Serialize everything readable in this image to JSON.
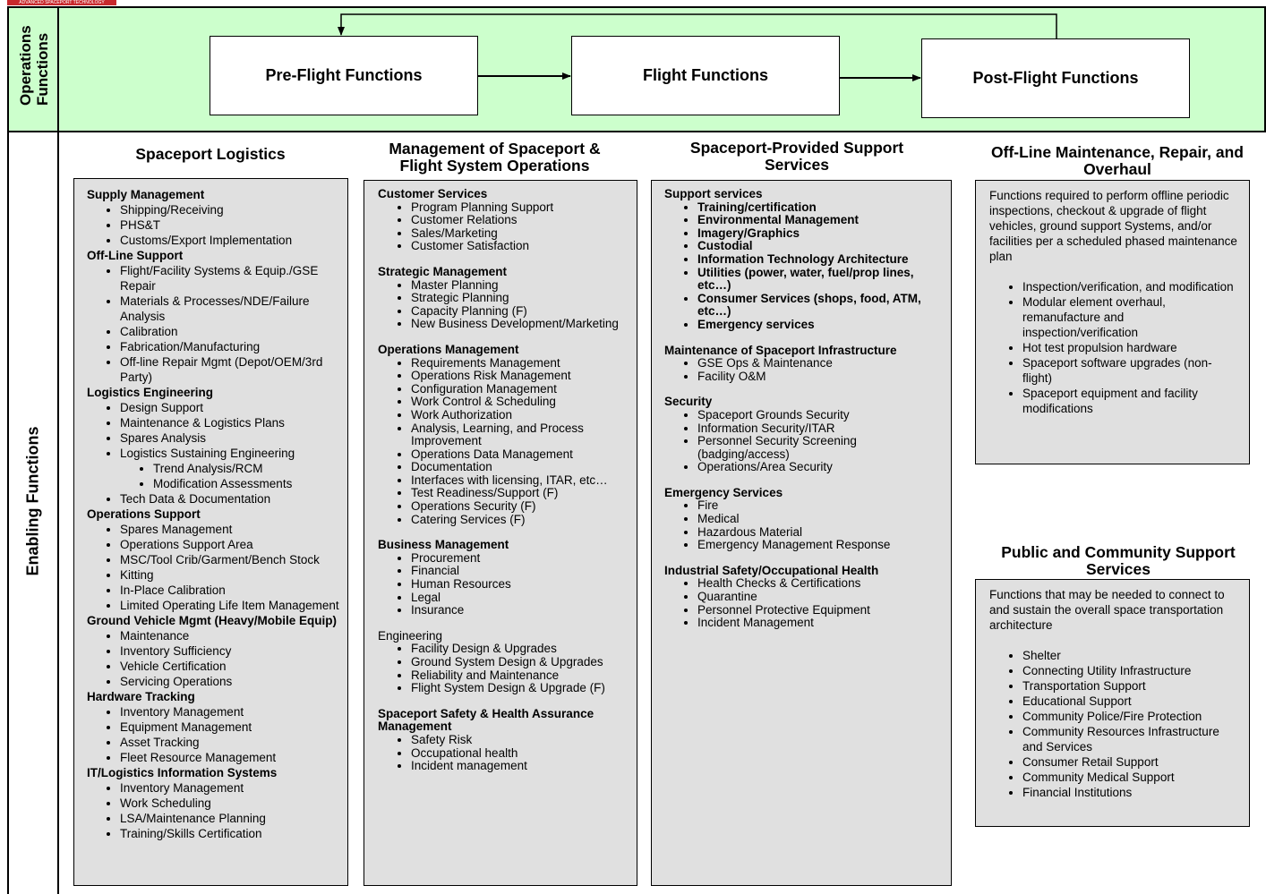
{
  "logo_text": "ADVANCED SPACEPORT TECHNOLOGY",
  "operations_label": "Operations Functions",
  "enabling_label": "Enabling Functions",
  "flow": {
    "boxes": [
      "Pre-Flight Functions",
      "Flight Functions",
      "Post-Flight Functions"
    ]
  },
  "columns": {
    "logistics": {
      "title": "Spaceport Logistics",
      "sections": [
        {
          "heading": "Supply Management",
          "items": [
            "Shipping/Receiving",
            "PHS&T",
            "Customs/Export Implementation"
          ]
        },
        {
          "heading": "Off-Line Support",
          "items": [
            "Flight/Facility Systems & Equip./GSE Repair",
            "Materials & Processes/NDE/Failure Analysis",
            "Calibration",
            "Fabrication/Manufacturing",
            "Off-line Repair Mgmt (Depot/OEM/3rd Party)"
          ]
        },
        {
          "heading": "Logistics Engineering",
          "items": [
            "Design Support",
            "Maintenance & Logistics Plans",
            "Spares Analysis",
            "Logistics Sustaining Engineering"
          ],
          "subitems": [
            "Trend Analysis/RCM",
            "Modification Assessments"
          ],
          "after": [
            "Tech Data & Documentation"
          ]
        },
        {
          "heading": "Operations Support",
          "items": [
            "Spares Management",
            "Operations Support Area",
            "MSC/Tool Crib/Garment/Bench Stock",
            "Kitting",
            "In-Place Calibration",
            "Limited Operating Life Item Management"
          ]
        },
        {
          "heading": "Ground Vehicle Mgmt (Heavy/Mobile Equip)",
          "items": [
            "Maintenance",
            "Inventory Sufficiency",
            "Vehicle Certification",
            "Servicing Operations"
          ]
        },
        {
          "heading": "Hardware Tracking",
          "items": [
            "Inventory Management",
            "Equipment Management",
            "Asset Tracking",
            "Fleet Resource Management"
          ]
        },
        {
          "heading": "IT/Logistics Information Systems",
          "items": [
            "Inventory Management",
            "Work Scheduling",
            "LSA/Maintenance Planning",
            "Training/Skills Certification"
          ]
        }
      ]
    },
    "management": {
      "title": "Management of Spaceport & Flight System Operations",
      "sections": [
        {
          "heading": "Customer Services",
          "items": [
            "Program Planning Support",
            "Customer Relations",
            "Sales/Marketing",
            "Customer Satisfaction"
          ]
        },
        {
          "heading": "Strategic Management",
          "items": [
            "Master Planning",
            "Strategic Planning",
            "Capacity Planning (F)",
            "New Business Development/Marketing"
          ]
        },
        {
          "heading": "Operations Management",
          "items": [
            "Requirements Management",
            "Operations Risk Management",
            "Configuration Management",
            "Work Control & Scheduling",
            "Work Authorization",
            "Analysis, Learning, and Process Improvement",
            "Operations Data Management",
            "Documentation",
            "Interfaces with licensing, ITAR, etc…",
            "Test Readiness/Support (F)",
            "Operations Security (F)",
            "Catering Services (F)"
          ]
        },
        {
          "heading": "Business Management",
          "items": [
            "Procurement",
            "Financial",
            "Human Resources",
            "Legal",
            "Insurance"
          ]
        },
        {
          "heading": "Engineering",
          "items": [
            "Facility Design & Upgrades",
            "Ground System Design & Upgrades",
            "Reliability and Maintenance",
            "Flight System Design & Upgrade (F)"
          ]
        },
        {
          "heading": "Spaceport Safety & Health Assurance Management",
          "items": [
            "Safety Risk",
            "Occupational health",
            "Incident management"
          ]
        }
      ]
    },
    "support": {
      "title": "Spaceport-Provided Support Services",
      "sections": [
        {
          "heading": "Support services",
          "items": [
            "Training/certification",
            "Environmental Management",
            "Imagery/Graphics",
            "Custodial",
            "Information Technology Architecture",
            "Utilities (power, water, fuel/prop lines, etc…)",
            "Consumer Services (shops, food, ATM, etc…)",
            "Emergency services"
          ]
        },
        {
          "heading": "Maintenance of Spaceport Infrastructure",
          "items": [
            "GSE Ops & Maintenance",
            "Facility O&M"
          ]
        },
        {
          "heading": "Security",
          "items": [
            "Spaceport Grounds Security",
            "Information Security/ITAR",
            "Personnel Security Screening (badging/access)",
            "Operations/Area Security"
          ]
        },
        {
          "heading": "Emergency Services",
          "items": [
            "Fire",
            "Medical",
            "Hazardous Material",
            "Emergency Management Response"
          ]
        },
        {
          "heading": "Industrial Safety/Occupational Health",
          "items": [
            "Health Checks & Certifications",
            "Quarantine",
            "Personnel Protective Equipment",
            "Incident Management"
          ]
        }
      ]
    },
    "offline": {
      "title": "Off-Line Maintenance, Repair, and Overhaul",
      "description": "Functions required to perform offline periodic inspections, checkout & upgrade of flight vehicles, ground support Systems, and/or facilities per a scheduled phased maintenance plan",
      "items": [
        "Inspection/verification, and modification",
        "Modular element overhaul, remanufacture and inspection/verification",
        "Hot test propulsion hardware",
        "Spaceport software upgrades (non-flight)",
        "Spaceport equipment and facility modifications"
      ]
    },
    "community": {
      "title": "Public and Community Support Services",
      "description": "Functions that may be needed to connect to and sustain the overall space transportation architecture",
      "items": [
        "Shelter",
        "Connecting Utility Infrastructure",
        "Transportation Support",
        "Educational Support",
        "Community Police/Fire Protection",
        "Community Resources Infrastructure and Services",
        "Consumer Retail Support",
        "Community Medical Support",
        "Financial Institutions"
      ]
    }
  }
}
